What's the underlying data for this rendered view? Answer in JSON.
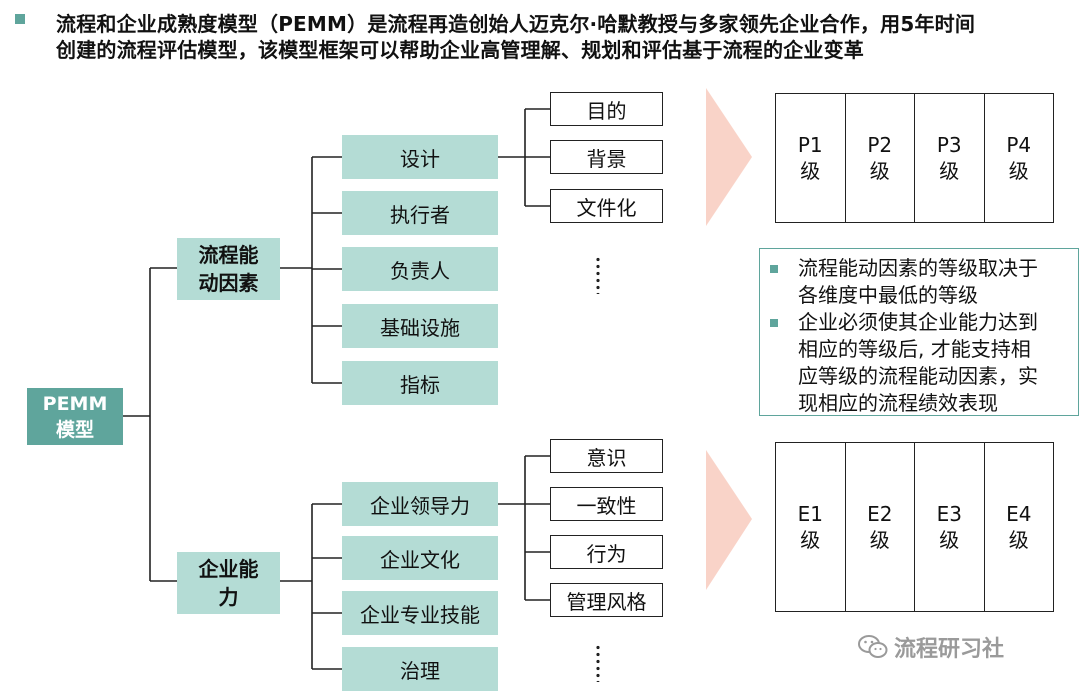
{
  "header": {
    "line1": "流程和企业成熟度模型（PEMM）是流程再造创始人迈克尔·哈默教授与多家领先企业合作，用5年时间",
    "line2": "创建的流程评估模型，该模型框架可以帮助企业高管理解、规划和评估基于流程的企业变革"
  },
  "tree": {
    "root": {
      "line1": "PEMM",
      "line2": "模型"
    },
    "enablers": {
      "line1": "流程能",
      "line2": "动因素",
      "items": [
        "设计",
        "执行者",
        "负责人",
        "基础设施",
        "指标"
      ],
      "design_children": [
        "目的",
        "背景",
        "文件化"
      ]
    },
    "capabilities": {
      "line1": "企业能",
      "line2": "力",
      "items": [
        "企业领导力",
        "企业文化",
        "企业专业技能",
        "治理"
      ],
      "leadership_children": [
        "意识",
        "一致性",
        "行为",
        "管理风格"
      ]
    }
  },
  "process_levels": [
    {
      "code": "P1",
      "suffix": "级"
    },
    {
      "code": "P2",
      "suffix": "级"
    },
    {
      "code": "P3",
      "suffix": "级"
    },
    {
      "code": "P4",
      "suffix": "级"
    }
  ],
  "enterprise_levels": [
    {
      "code": "E1",
      "suffix": "级"
    },
    {
      "code": "E2",
      "suffix": "级"
    },
    {
      "code": "E3",
      "suffix": "级"
    },
    {
      "code": "E4",
      "suffix": "级"
    }
  ],
  "notes": [
    {
      "line1": "流程能动因素的等级取决于",
      "line2": "各维度中最低的等级"
    },
    {
      "line1": "企业必须使其企业能力达到",
      "line2": "相应的等级后, 才能支持相",
      "line3": "应等级的流程能动因素，实",
      "line4": "现相应的流程绩效表现"
    }
  ],
  "watermark": {
    "text": "流程研习社",
    "icon": "wechat-icon"
  },
  "colors": {
    "accent": "#5fa59c",
    "box_fill": "#b4dcd5",
    "arrow": "#f9d3c8"
  }
}
